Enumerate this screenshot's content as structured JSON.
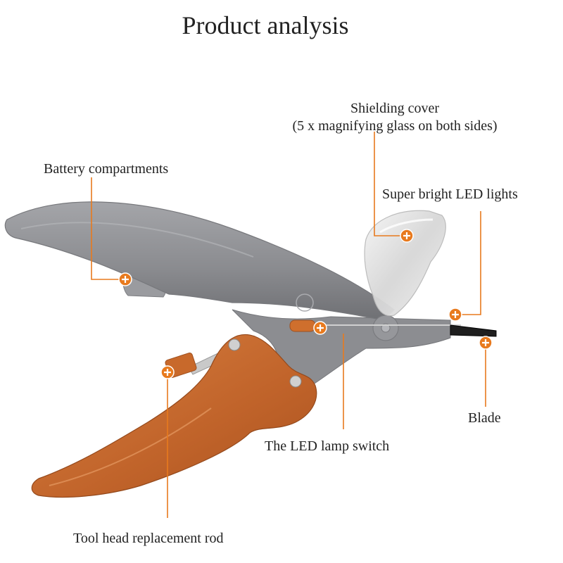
{
  "title": "Product analysis",
  "colors": {
    "accent": "#e87a1e",
    "body_gray": "#8e8f93",
    "handle_orange": "#c8692b",
    "text": "#222222"
  },
  "callouts": {
    "shielding_cover": {
      "line1": "Shielding cover",
      "line2": "(5 x magnifying glass on both sides)"
    },
    "battery": {
      "label": "Battery compartments"
    },
    "led_lights": {
      "label": "Super bright LED lights"
    },
    "blade": {
      "label": "Blade"
    },
    "lamp_switch": {
      "label": "The LED lamp switch"
    },
    "rod": {
      "label": "Tool head replacement rod"
    }
  },
  "marker_icon": "plus-in-circle"
}
